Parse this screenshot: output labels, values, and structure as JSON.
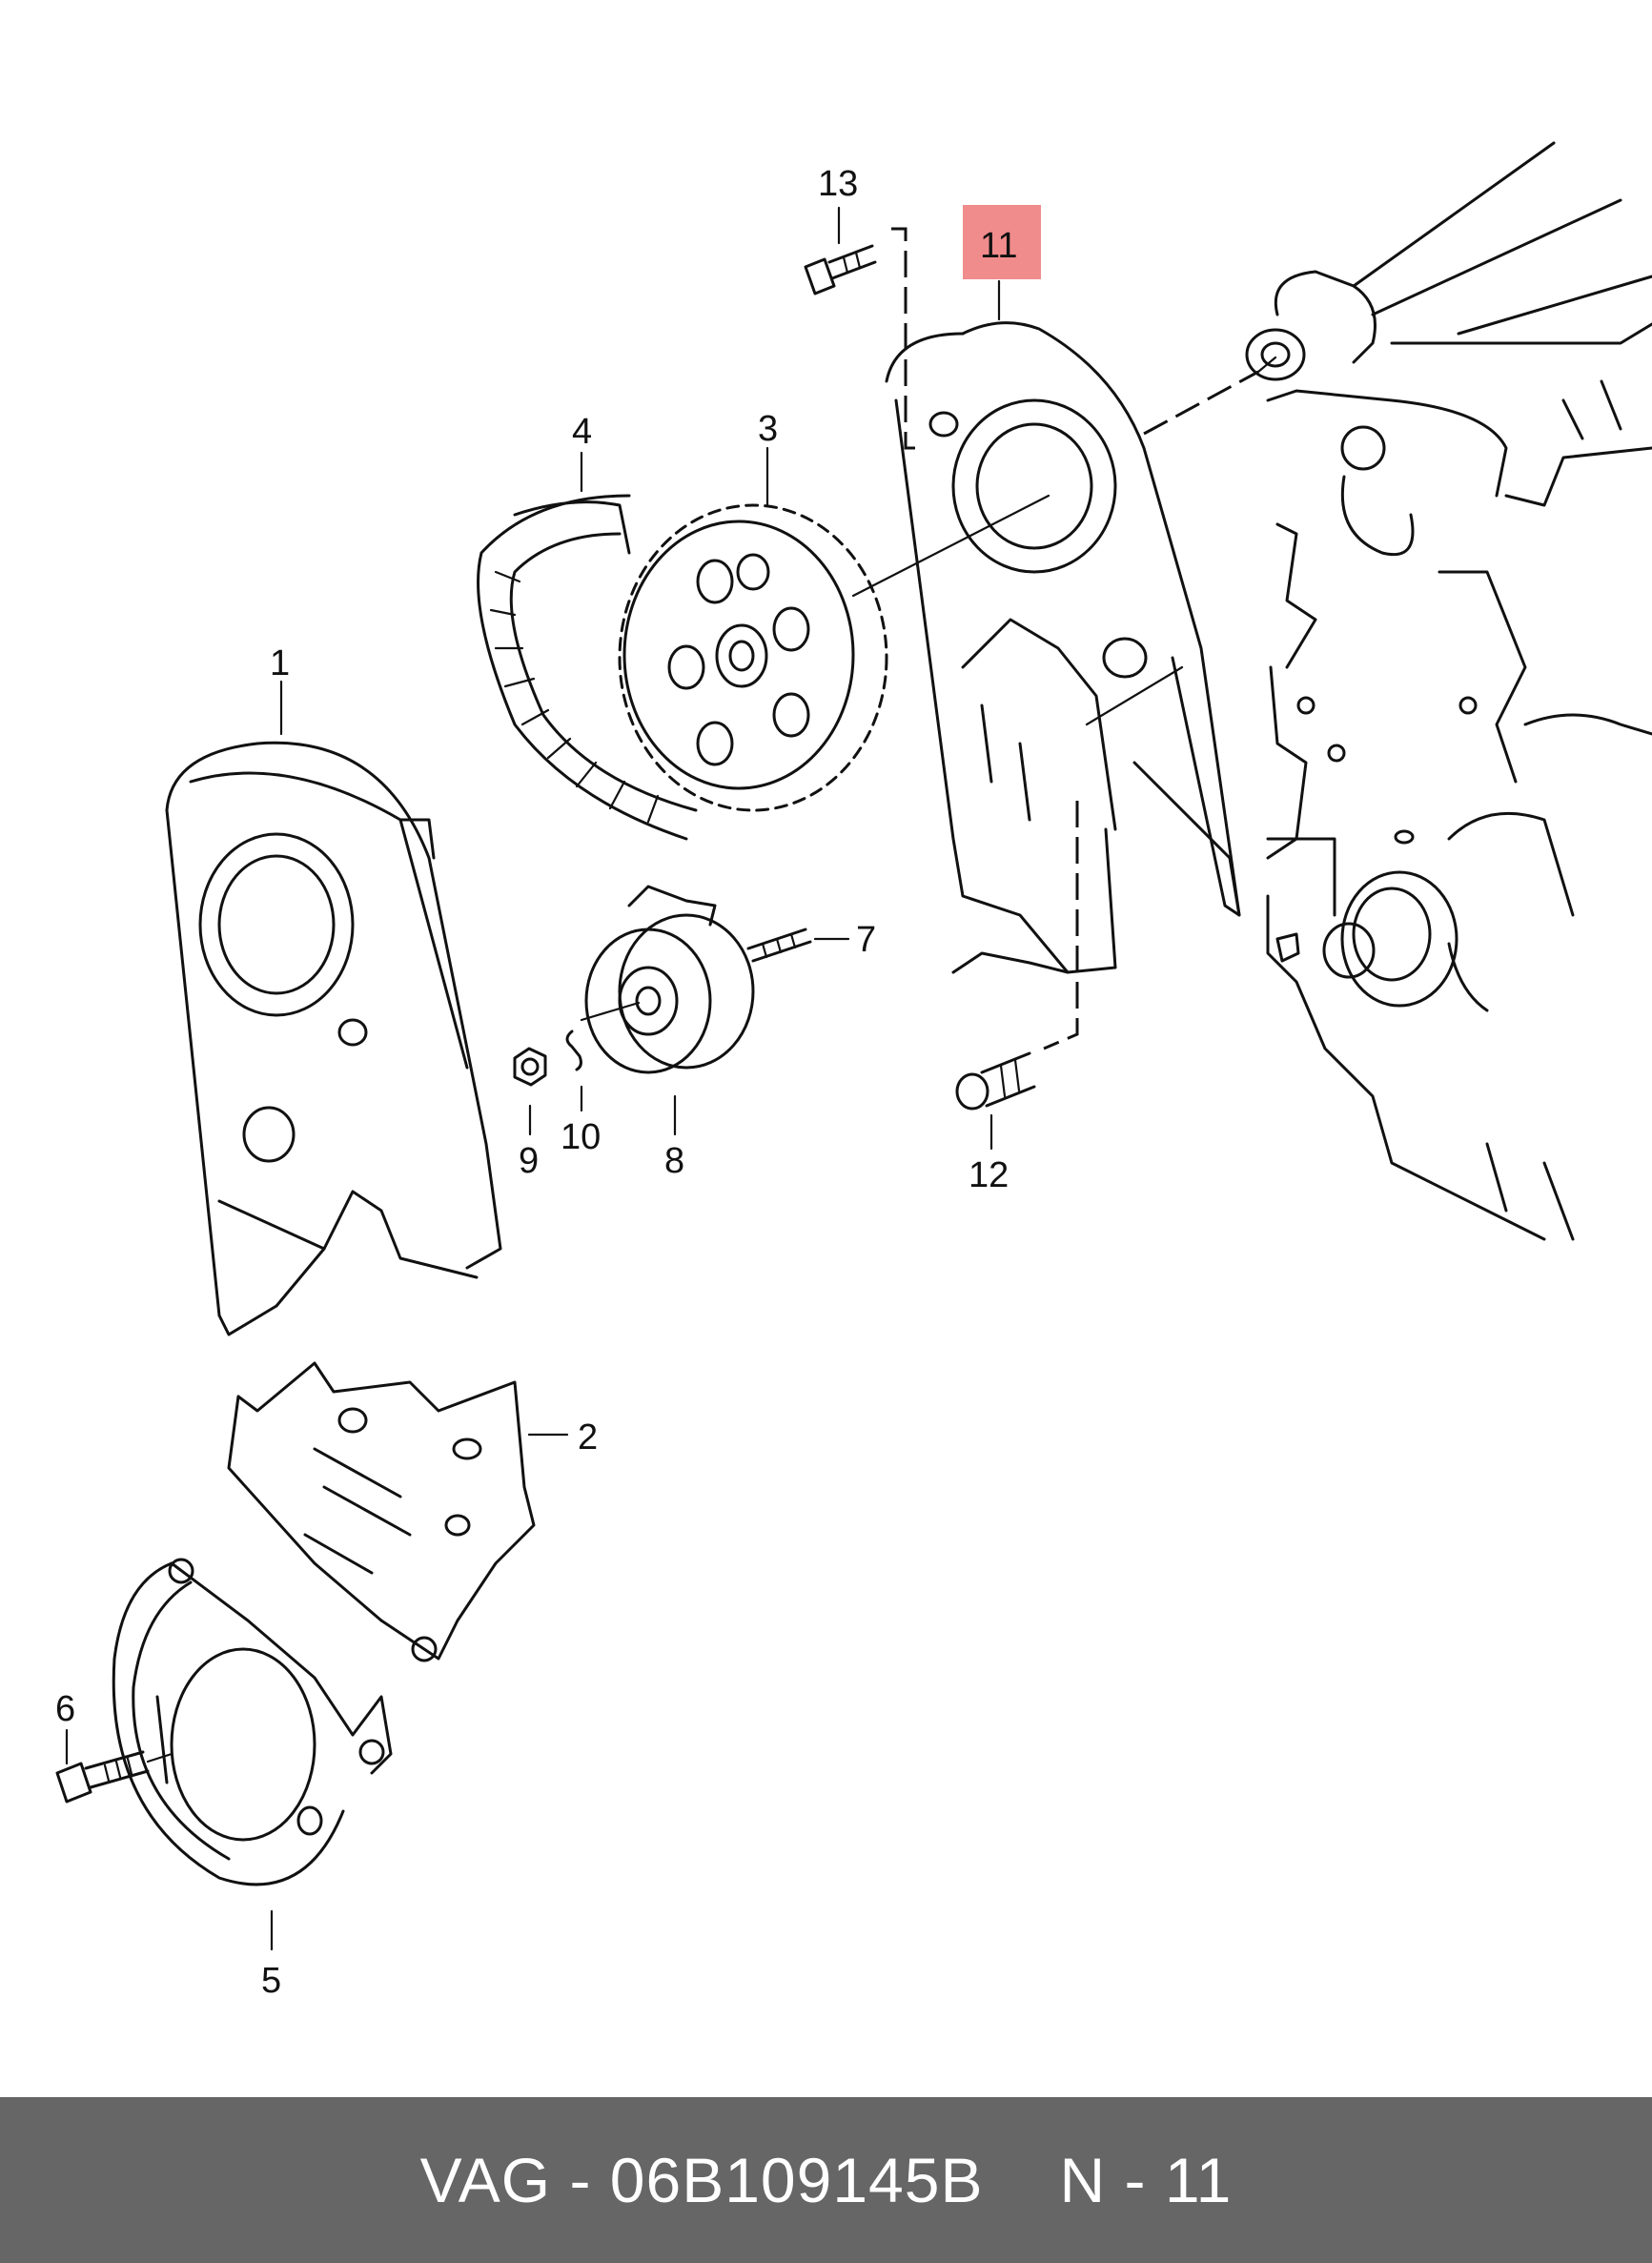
{
  "footer": {
    "brand": "VAG",
    "separator": "-",
    "part_number": "06B109145B",
    "position_label": "N - 11"
  },
  "highlight": {
    "callout": "11",
    "color": "#f08080"
  },
  "callouts": [
    "1",
    "2",
    "3",
    "4",
    "5",
    "6",
    "7",
    "8",
    "9",
    "10",
    "11",
    "12",
    "13"
  ]
}
